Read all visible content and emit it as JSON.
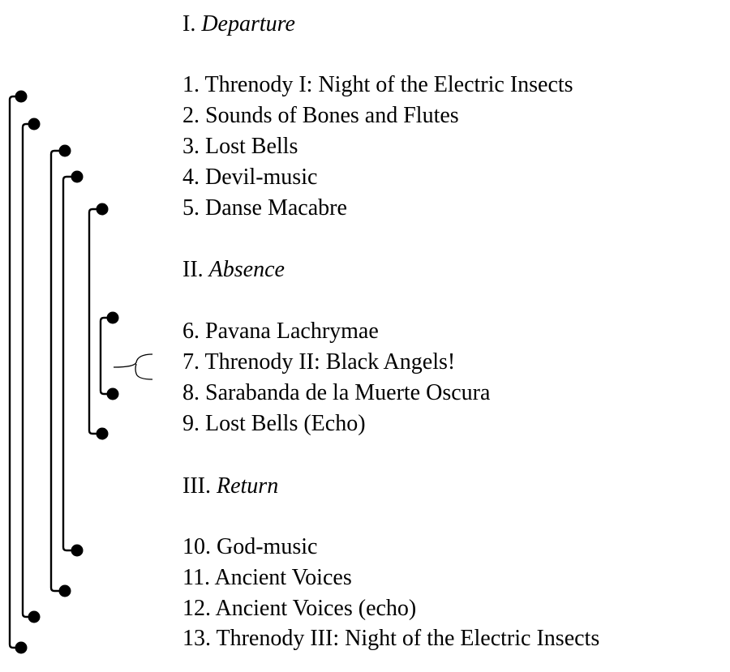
{
  "sections": [
    {
      "numeral": "I.",
      "title": "Departure",
      "items": [
        {
          "num": "1.",
          "title": "Threnody I: Night of the Electric Insects"
        },
        {
          "num": "2.",
          "title": "Sounds of Bones and Flutes"
        },
        {
          "num": "3.",
          "title": "Lost Bells"
        },
        {
          "num": "4.",
          "title": "Devil-music"
        },
        {
          "num": "5.",
          "title": "Danse Macabre"
        }
      ]
    },
    {
      "numeral": "II.",
      "title": "Absence",
      "items": [
        {
          "num": "6.",
          "title": "Pavana Lachrymae"
        },
        {
          "num": "7.",
          "title": "Threnody II: Black Angels!"
        },
        {
          "num": "8.",
          "title": "Sarabanda de la Muerte Oscura"
        },
        {
          "num": "9.",
          "title": "Lost Bells (Echo)"
        }
      ]
    },
    {
      "numeral": "III.",
      "title": "Return",
      "items": [
        {
          "num": "10.",
          "title": "God-music"
        },
        {
          "num": "11.",
          "title": "Ancient Voices"
        },
        {
          "num": "12.",
          "title": "Ancient Voices (echo)"
        },
        {
          "num": "13.",
          "title": "Threnody III: Night of the Electric Insects"
        }
      ]
    }
  ],
  "pairings": [
    {
      "from": "1.",
      "to": "13."
    },
    {
      "from": "2.",
      "to": "12."
    },
    {
      "from": "3.",
      "to": "11."
    },
    {
      "from": "4.",
      "to": "10."
    },
    {
      "from": "5.",
      "to": "9."
    },
    {
      "from": "6.",
      "to": "8."
    }
  ],
  "center_marker": "7.",
  "colors": {
    "ink": "#000000",
    "background": "#ffffff"
  }
}
